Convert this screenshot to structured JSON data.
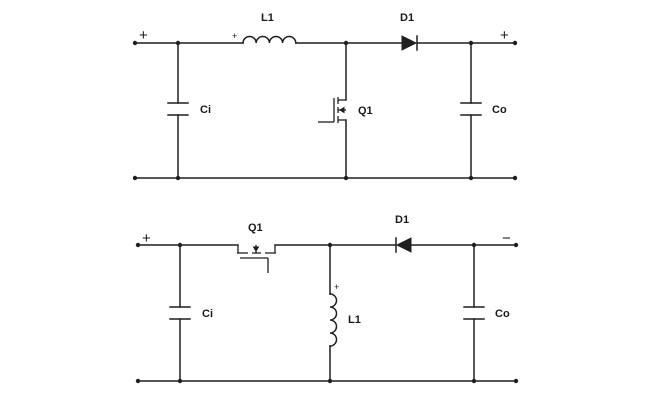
{
  "boost": {
    "input_sign": "+",
    "output_sign": "+",
    "inductor": {
      "label": "L1",
      "polarity": "+"
    },
    "diode": {
      "label": "D1"
    },
    "switch": {
      "label": "Q1"
    },
    "input_cap": {
      "label": "Ci"
    },
    "output_cap": {
      "label": "Co"
    }
  },
  "buck_boost": {
    "input_sign": "+",
    "output_sign": "−",
    "inductor": {
      "label": "L1",
      "polarity": "+"
    },
    "diode": {
      "label": "D1"
    },
    "switch": {
      "label": "Q1"
    },
    "input_cap": {
      "label": "Ci"
    },
    "output_cap": {
      "label": "Co"
    }
  }
}
